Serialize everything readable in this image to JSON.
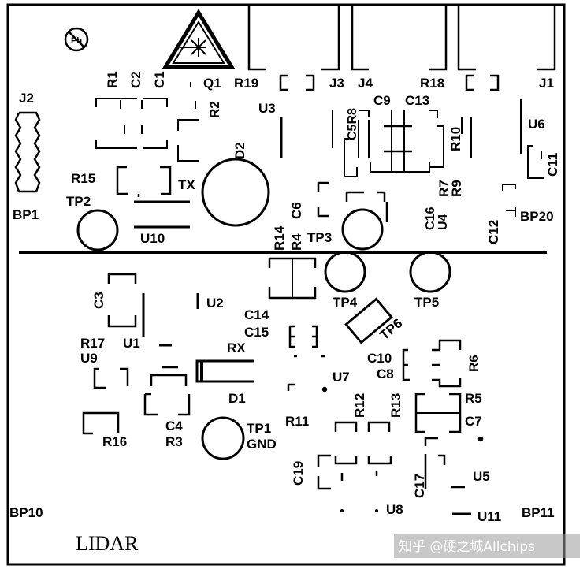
{
  "board": {
    "title": "LIDAR",
    "watermark": "知乎 @硬之城Allchips",
    "pb_symbol": "Pb"
  },
  "labels": {
    "R1": "R1",
    "C2": "C2",
    "C1": "C1",
    "Q1": "Q1",
    "R2": "R2",
    "R19": "R19",
    "J3": "J3",
    "J4": "J4",
    "R18": "R18",
    "J1": "J1",
    "J2": "J2",
    "U3": "U3",
    "C5R8": "C5R8",
    "C9": "C9",
    "C13": "C13",
    "R10": "R10",
    "U6": "U6",
    "C11": "C11",
    "D2": "D2",
    "R15": "R15",
    "TX": "TX",
    "R7": "R7",
    "R9": "R9",
    "BP1": "BP1",
    "TP2": "TP2",
    "C16": "C16",
    "U4": "U4",
    "C12": "C12",
    "BP20": "BP20",
    "U10": "U10",
    "R14": "R14",
    "R4": "R4",
    "C6": "C6",
    "TP3": "TP3",
    "C3": "C3",
    "U2": "U2",
    "TP4": "TP4",
    "TP5": "TP5",
    "C14": "C14",
    "C15": "C15",
    "TP6": "TP6",
    "R17": "R17",
    "U1": "U1",
    "U9": "U9",
    "RX": "RX",
    "C10": "C10",
    "C8": "C8",
    "R6": "R6",
    "U7": "U7",
    "D1": "D1",
    "R5": "R5",
    "R12": "R12",
    "R13": "R13",
    "R11": "R11",
    "C7": "C7",
    "C4": "C4",
    "R3": "R3",
    "R16": "R16",
    "TP1": "TP1",
    "GND": "GND",
    "C19": "C19",
    "C17": "C17",
    "U5": "U5",
    "BP10": "BP10",
    "U8": "U8",
    "U11": "U11",
    "BP11": "BP11"
  }
}
